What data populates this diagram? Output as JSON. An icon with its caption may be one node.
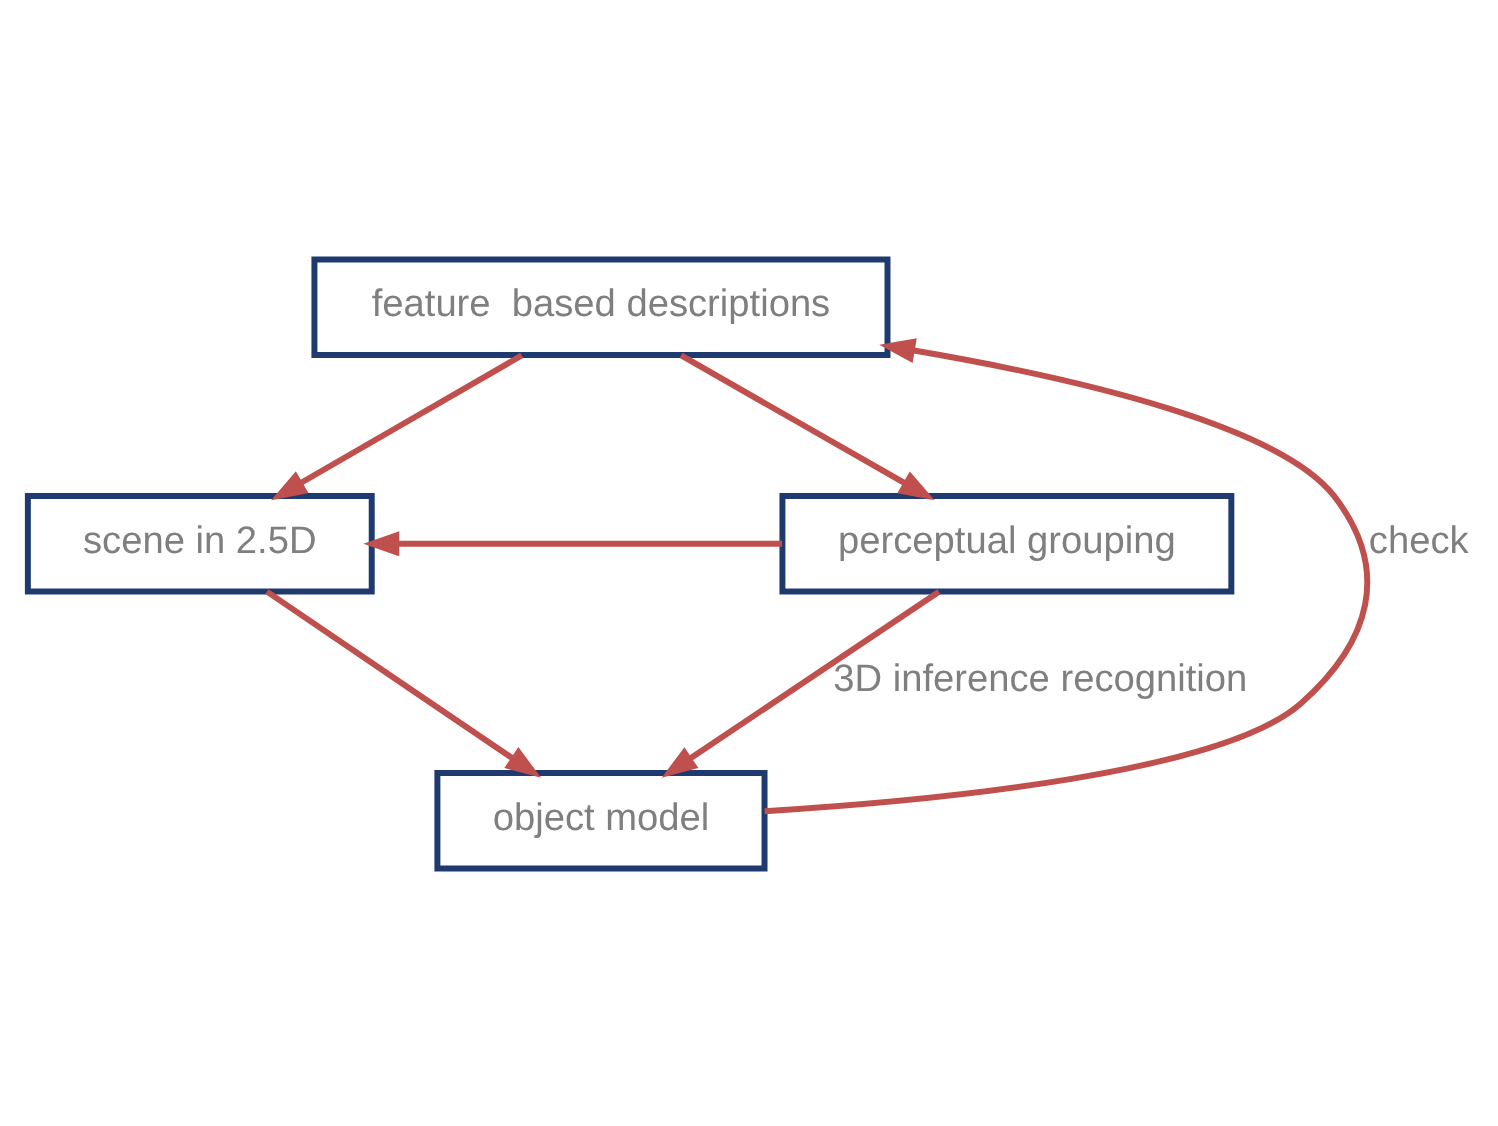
{
  "diagram": {
    "nodes": [
      {
        "text": [
          "feature  based descriptions"
        ]
      },
      {
        "text": [
          "scene in 2.5D"
        ]
      },
      {
        "text": [
          "perceptual grouping"
        ]
      },
      {
        "text": [
          "object model"
        ]
      }
    ],
    "edges": [
      {
        "from": 0,
        "to": 2,
        "arrow": "to"
      },
      {
        "from": 0,
        "to": 1,
        "arrow": "to"
      },
      {
        "from": 2,
        "to": 1,
        "arrow": "to"
      },
      {
        "from": 1,
        "to": 3,
        "arrow": "to"
      },
      {
        "from": 2,
        "to": 3,
        "arrow": "to",
        "label": "3D inference recognition"
      },
      {
        "from": 3,
        "to": 0,
        "arrow": "to",
        "label": "check"
      }
    ]
  }
}
